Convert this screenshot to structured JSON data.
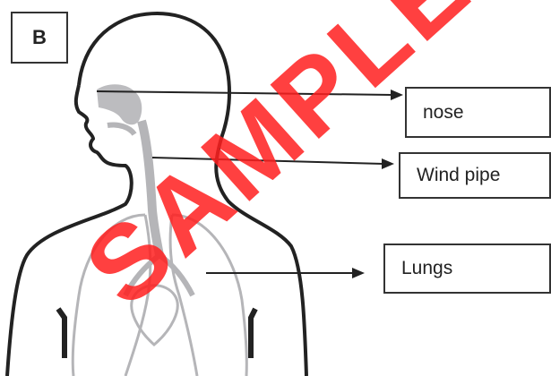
{
  "panel": {
    "letter": "B"
  },
  "labels": {
    "nose": "nose",
    "wind_pipe": "Wind pipe",
    "lungs": "Lungs"
  },
  "watermark": {
    "text": "SAMPLE",
    "color": "#ff1e1e"
  },
  "colors": {
    "outline": "#222222",
    "organs": "#b5b5b8",
    "arrow": "#222222"
  }
}
